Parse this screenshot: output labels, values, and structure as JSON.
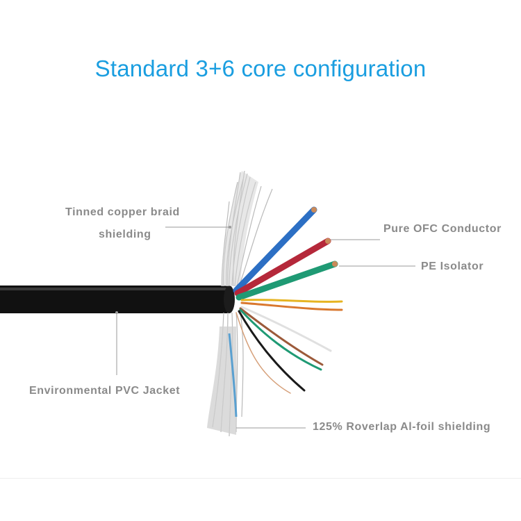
{
  "title": "Standard 3+6 core configuration",
  "labels": {
    "braid_line1": "Tinned copper braid",
    "braid_line2": "shielding",
    "conductor": "Pure OFC Conductor",
    "isolator": "PE Isolator",
    "jacket": "Environmental PVC Jacket",
    "foil": "125% Roverlap Al-foil shielding"
  },
  "colors": {
    "title": "#1a9ee0",
    "label_text": "#8a8a8a",
    "jacket": "#111111",
    "wire_blue": "#2c6fc4",
    "wire_red": "#b5283a",
    "wire_green": "#1f9a74",
    "wire_yellow": "#e6b422",
    "wire_orange": "#d9782f",
    "wire_white": "#e8e8e8",
    "wire_brown": "#9c5a3a",
    "wire_black": "#1a1a1a"
  }
}
